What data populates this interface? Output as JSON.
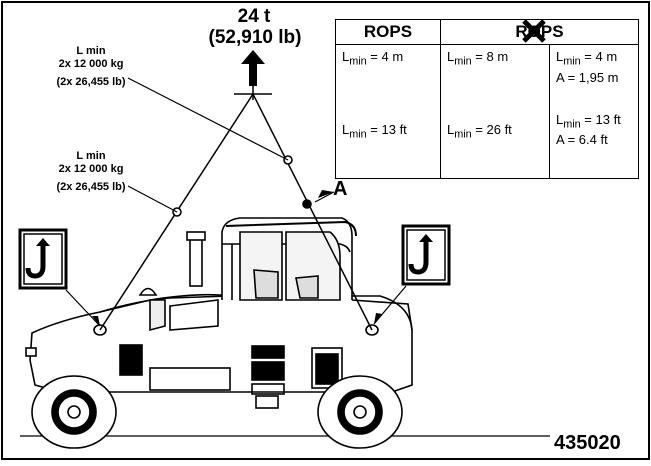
{
  "load": {
    "weight_t": "24 t",
    "weight_lb": "(52,910 lb)"
  },
  "sling_upper": {
    "line1": "L min",
    "line2": "2x 12 000 kg",
    "line3": "(2x 26,455  lb)"
  },
  "sling_lower": {
    "line1": "L min",
    "line2": "2x 12 000 kg",
    "line3": "(2x 26,455  lb)"
  },
  "table": {
    "header_rops": "ROPS",
    "header_no_rops": "ROPS",
    "col1": {
      "metric": "L",
      "metric_sub": "min",
      "metric_val": " = 4 m",
      "imperial": "L",
      "imperial_sub": "min",
      "imperial_val": " = 13 ft"
    },
    "col2": {
      "metric": "L",
      "metric_sub": "min",
      "metric_val": " = 8 m",
      "imperial": "L",
      "imperial_sub": "min",
      "imperial_val": " = 26 ft"
    },
    "col3": {
      "metric": "L",
      "metric_sub": "min",
      "metric_val": " = 4 m",
      "metric_a": "A = 1,95 m",
      "imperial": "L",
      "imperial_sub": "min",
      "imperial_val": " = 13 ft",
      "imperial_a": "A = 6.4 ft"
    }
  },
  "reference_label": "A",
  "figure_number": "435020"
}
